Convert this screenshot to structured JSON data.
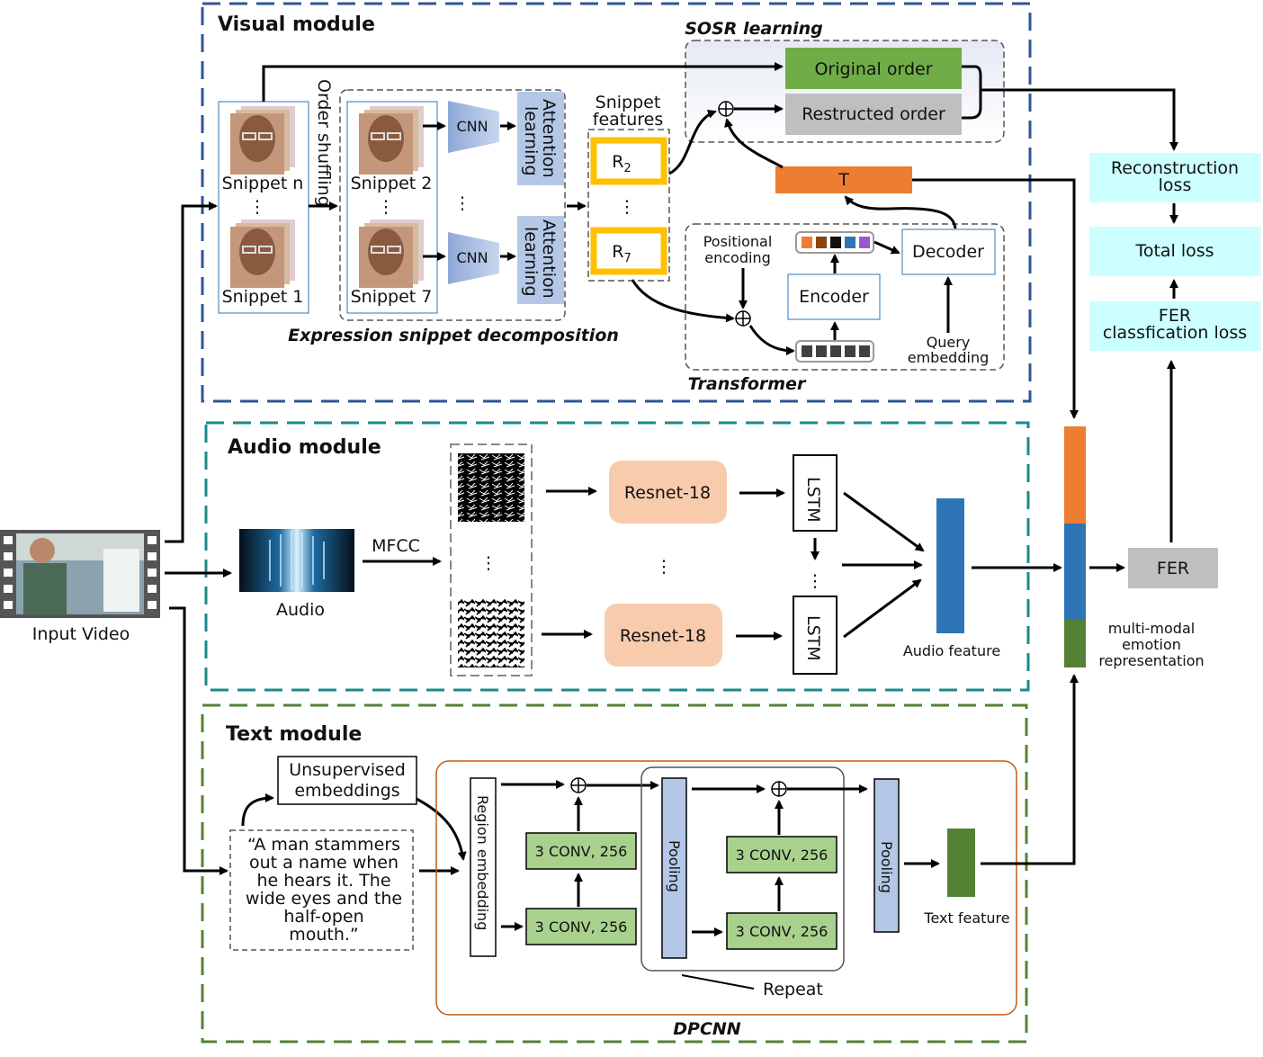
{
  "modules": {
    "visual": "Visual module",
    "audio": "Audio module",
    "text": "Text module"
  },
  "input": {
    "label": "Input Video"
  },
  "visual": {
    "order_shuffling": "Order shuffling",
    "snippet_n": "Snippet n",
    "snippet_1": "Snippet 1",
    "snippet_2": "Snippet 2",
    "snippet_7": "Snippet 7",
    "dots": "⋮",
    "cnn": "CNN",
    "attention": "Attention learning",
    "attention_l1": "Attention",
    "attention_l2": "learning",
    "snippet_features_l1": "Snippet",
    "snippet_features_l2": "features",
    "r2": "R",
    "r2_sub": "2",
    "r7": "R",
    "r7_sub": "7",
    "esd": "Expression snippet decomposition",
    "sosr": "SOSR learning",
    "original_order": "Original order",
    "restructed_order": "Restructed order",
    "t_label": "T",
    "positional_l1": "Positional",
    "positional_l2": "encoding",
    "encoder": "Encoder",
    "decoder": "Decoder",
    "query_l1": "Query",
    "query_l2": "embedding",
    "transformer": "Transformer",
    "token_colors": [
      "#ED7D31",
      "#8B4513",
      "#111111",
      "#2E75B6",
      "#9B59D0"
    ]
  },
  "losses": {
    "reconstruction_l1": "Reconstruction",
    "reconstruction_l2": "loss",
    "total": "Total loss",
    "fer_l1": "FER",
    "fer_l2": "classfication loss"
  },
  "audio": {
    "audio_label": "Audio",
    "mfcc": "MFCC",
    "resnet": "Resnet-18",
    "lstm": "LSTM",
    "audio_feature": "Audio feature"
  },
  "fusion": {
    "fer": "FER",
    "mm_l1": "multi-modal",
    "mm_l2": "emotion",
    "mm_l3": "representation",
    "colors": {
      "visual": "#ED7D31",
      "audio": "#2E75B6",
      "text": "#548235"
    }
  },
  "text": {
    "unsup_l1": "Unsupervised",
    "unsup_l2": "embeddings",
    "quote_lines": [
      "“A man stammers",
      "out a name when",
      "he hears it. The",
      "wide eyes and the",
      "half-open",
      "mouth.”"
    ],
    "region_embedding": "Region embedding",
    "conv": "3 CONV, 256",
    "pooling": "Pooling",
    "repeat": "Repeat",
    "text_feature": "Text feature",
    "dpcnn": "DPCNN"
  },
  "colors": {
    "visual_border": "#2F5597",
    "audio_border": "#1B8A8A",
    "text_border": "#548235",
    "green_box": "#70AD47",
    "gray_box": "#BFBFBF",
    "orange": "#ED7D31",
    "cyan": "#CCFFFF",
    "peach": "#F8CBAD",
    "lavender": "#B4C7E7",
    "conv_green": "#A9D18E",
    "yellow": "#FFC000"
  }
}
